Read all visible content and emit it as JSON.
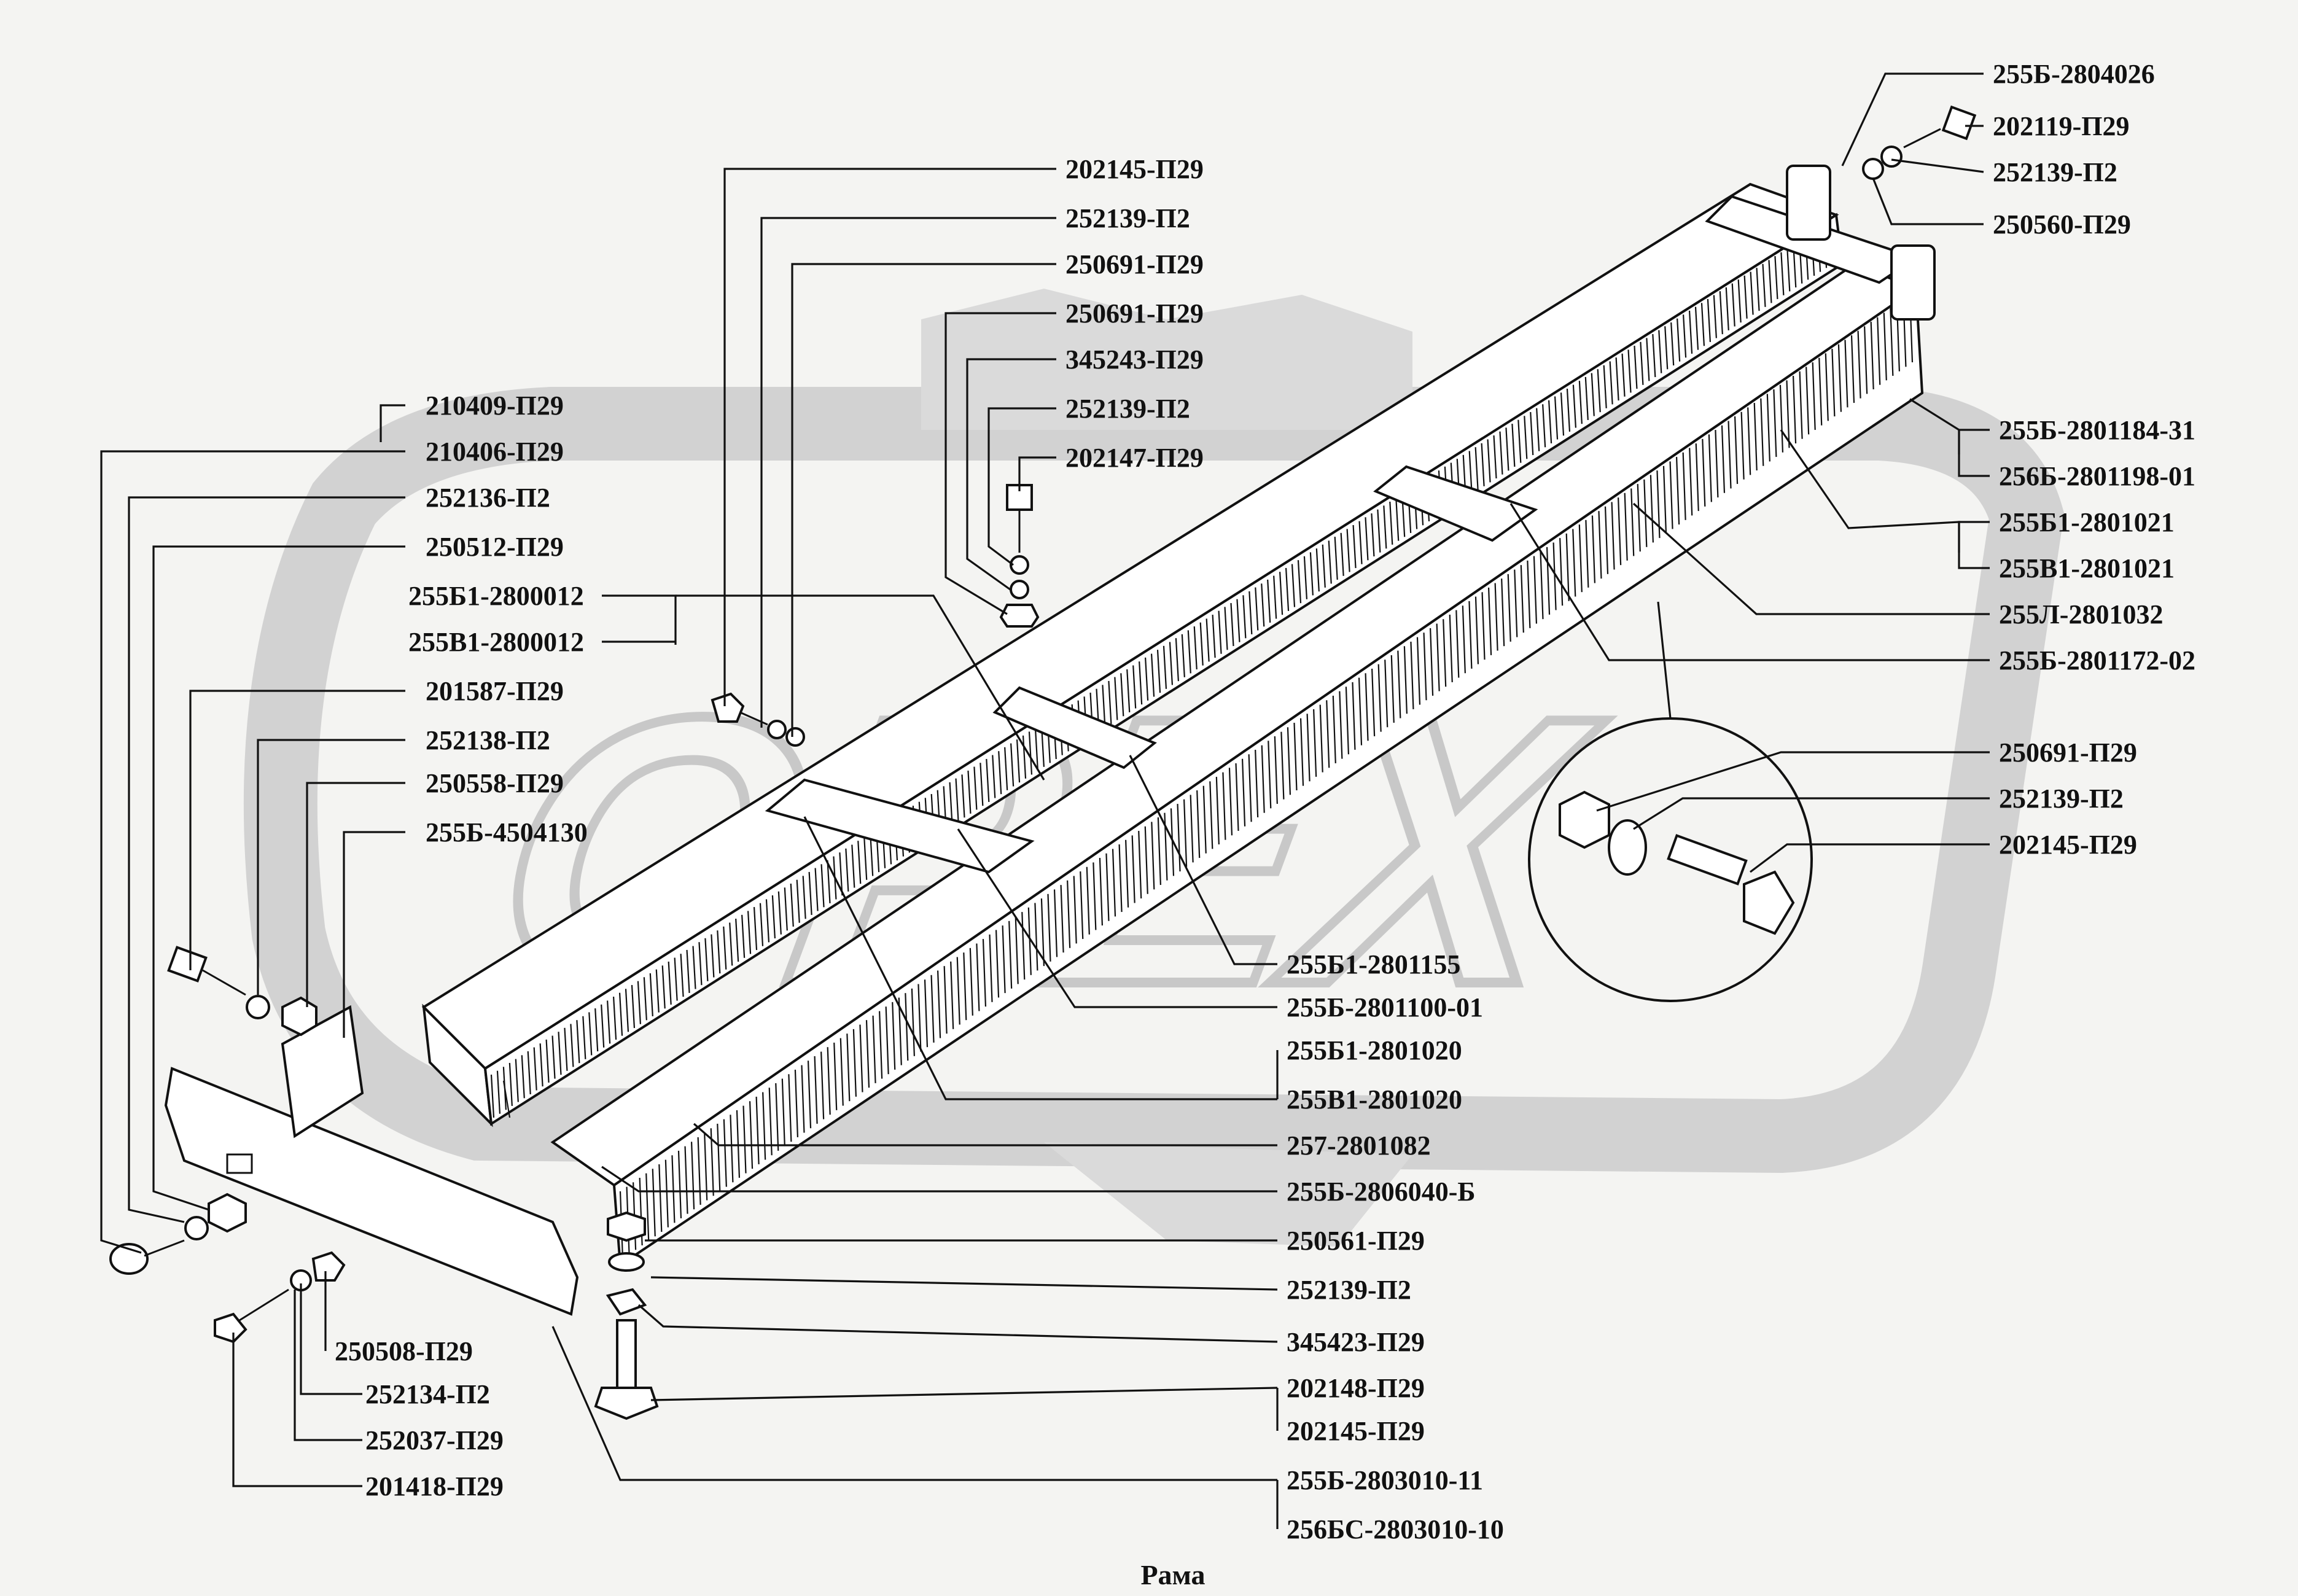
{
  "caption": "Рама",
  "watermark": {
    "text": "ОРЕХ",
    "color": "#cfcfcf"
  },
  "colors": {
    "background": "#f4f4f2",
    "ink": "#111111",
    "watermark": "#cfcfcf"
  },
  "labels": {
    "left": [
      "210409-П29",
      "210406-П29",
      "252136-П2",
      "250512-П29",
      "255Б1-2800012",
      "255В1-2800012",
      "201587-П29",
      "252138-П2",
      "250558-П29",
      "255Б-4504130"
    ],
    "top_center": [
      "202145-П29",
      "252139-П2",
      "250691-П29",
      "250691-П29",
      "345243-П29",
      "252139-П2",
      "202147-П29"
    ],
    "top_right": [
      "255Б-2804026",
      "202119-П29",
      "252139-П2",
      "250560-П29"
    ],
    "right": [
      "255Б-2801184-31",
      "256Б-2801198-01",
      "255Б1-2801021",
      "255В1-2801021",
      "255Л-2801032",
      "255Б-2801172-02",
      "250691-П29",
      "252139-П2",
      "202145-П29"
    ],
    "bottom_center": [
      "255Б1-2801155",
      "255Б-2801100-01",
      "255Б1-2801020",
      "255В1-2801020",
      "257-2801082",
      "255Б-2806040-Б",
      "250561-П29",
      "252139-П2",
      "345423-П29",
      "202148-П29",
      "202145-П29",
      "255Б-2803010-11",
      "256БС-2803010-10"
    ],
    "bottom_left": [
      "250508-П29",
      "252134-П2",
      "252037-П29",
      "201418-П29"
    ]
  }
}
